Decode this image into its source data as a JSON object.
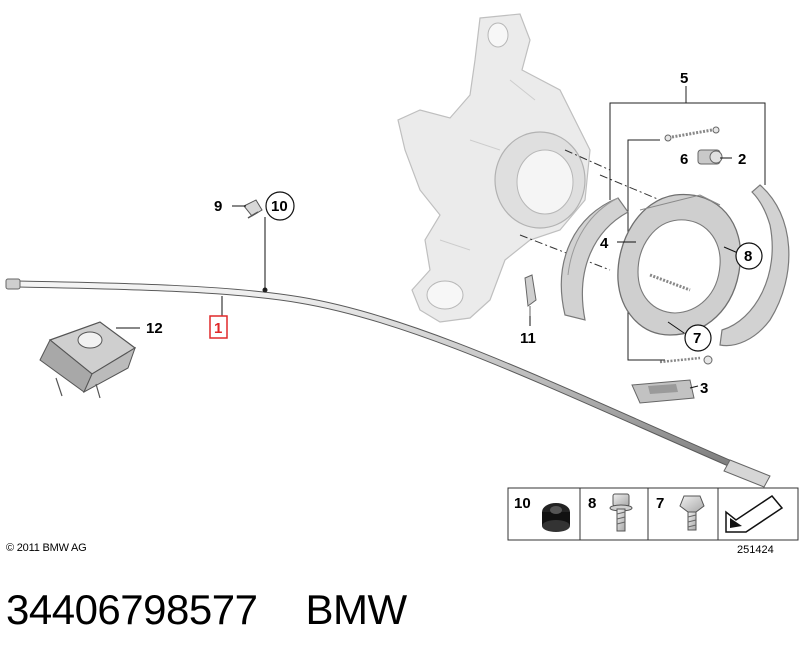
{
  "callouts": {
    "c1": "1",
    "c2": "2",
    "c3": "3",
    "c4": "4",
    "c5": "5",
    "c6": "6",
    "c7": "7",
    "c8": "8",
    "c9": "9",
    "c10": "10",
    "c11": "11",
    "c12": "12"
  },
  "legend": {
    "item10": "10",
    "item8": "8",
    "item7": "7"
  },
  "footer": {
    "copyright": "© 2011 BMW AG",
    "reference": "251424"
  },
  "part": {
    "number": "34406798577",
    "brand": "BMW"
  },
  "colors": {
    "highlight": "#e0282a",
    "line": "#222222",
    "part_fill": "#d9d9d9",
    "part_stroke": "#8a8a8a"
  }
}
